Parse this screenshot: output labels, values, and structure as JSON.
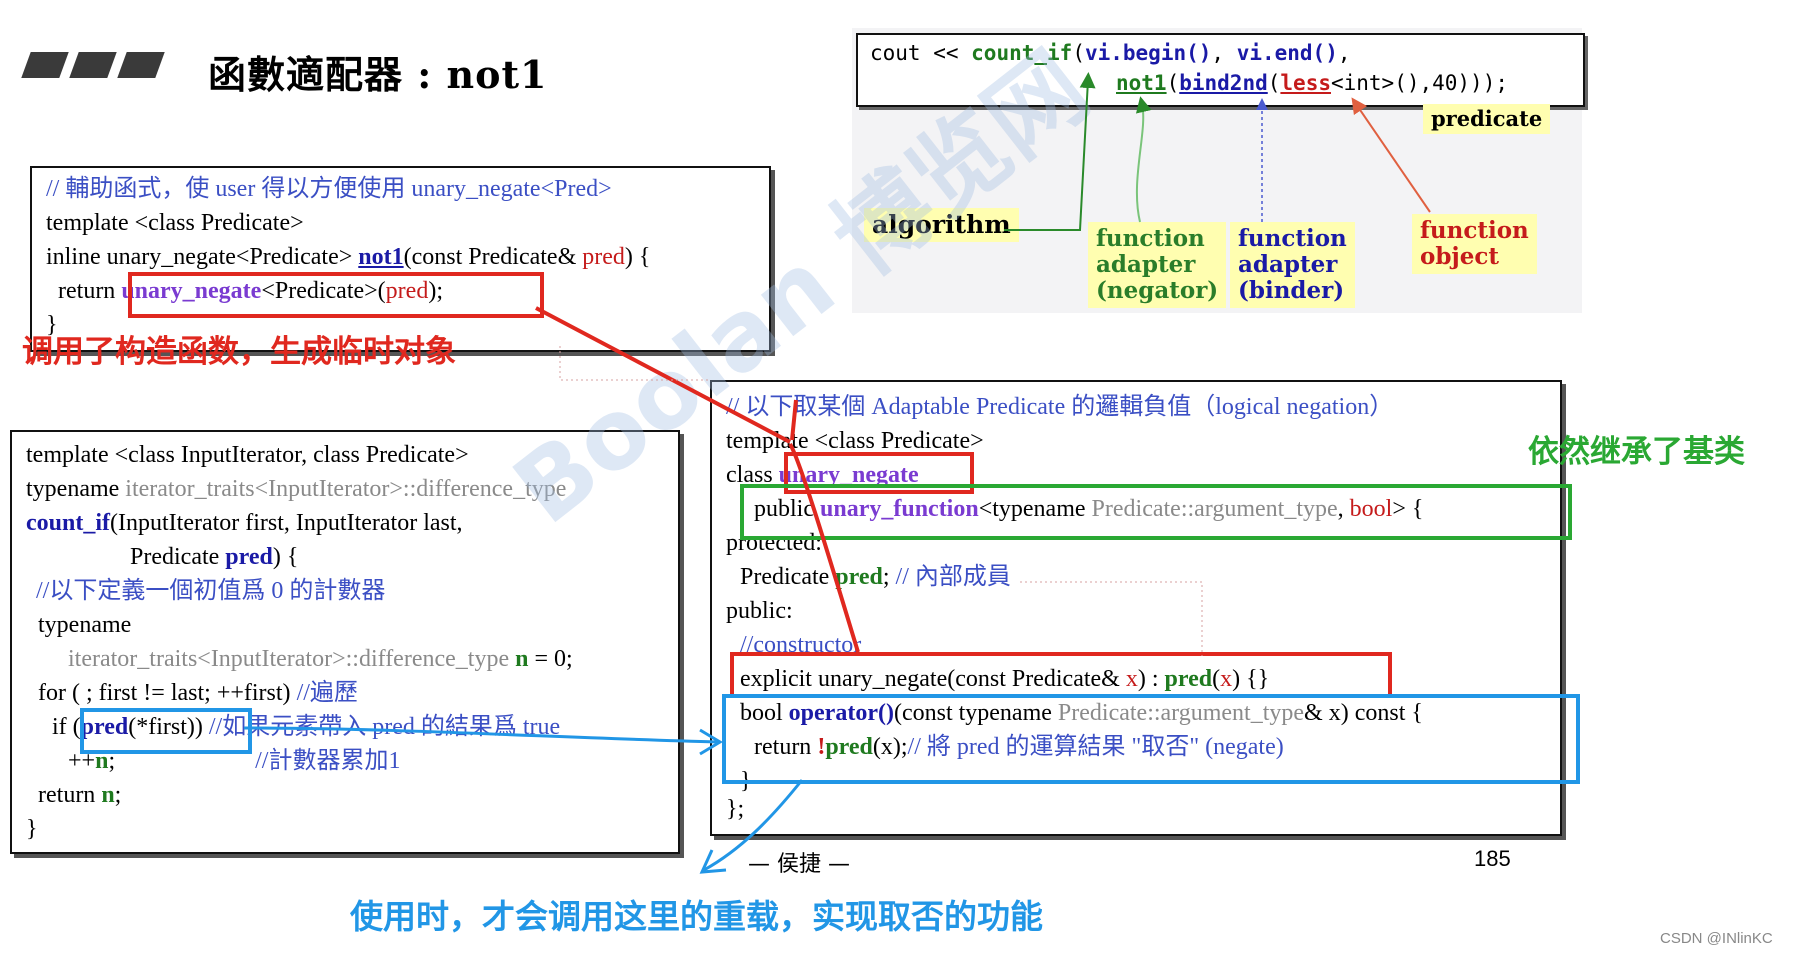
{
  "title": "函數適配器 : not1",
  "top_code": {
    "line1": [
      "cout << ",
      "count_if",
      "(",
      "vi.begin()",
      ", ",
      "vi.end()",
      ","
    ],
    "line2": [
      "not1",
      "(",
      "bind2nd",
      "(",
      "less",
      "<int>(),40)));"
    ]
  },
  "labels": {
    "predicate": "predicate",
    "algorithm": "algorithm",
    "adapter_negator": [
      "function",
      "adapter",
      "(negator)"
    ],
    "adapter_binder": [
      "function",
      "adapter",
      "(binder)"
    ],
    "function_object": [
      "function",
      "object"
    ]
  },
  "box1": {
    "comment": "// 輔助函式，使 user 得以方便使用 unary_negate<Pred>",
    "l2": "template <class Predicate>",
    "l3a": "inline unary_negate<Predicate> ",
    "l3b": "not1",
    "l3c": "(const Predicate& ",
    "l3d": "pred",
    "l3e": ") {",
    "l4a": "return ",
    "l4b": "unary_negate",
    "l4c": "<Predicate>(",
    "l4d": "pred",
    "l4e": ");",
    "l5": "}"
  },
  "box2": {
    "l1": "template <class InputIterator, class Predicate>",
    "l2a": "typename ",
    "l2b": "iterator_traits<InputIterator>::difference_type",
    "l3a": "count_if",
    "l3b": "(InputIterator first, InputIterator last,",
    "l4a": "Predicate ",
    "l4b": "pred",
    "l4c": ") {",
    "l5": "//以下定義一個初值爲 0 的計數器",
    "l6": "typename",
    "l7a": "iterator_traits<InputIterator>::difference_type ",
    "l7b": "n",
    "l7c": " = 0;",
    "l8a": "for ( ; first != last; ++first)  ",
    "l8b": "//遍歷",
    "l9a": "if (",
    "l9b": "pred",
    "l9c": "(*first))  ",
    "l9d": "//如果元素帶入 pred 的結果爲 true",
    "l10a": "++",
    "l10b": "n",
    "l10c": ";",
    "l10d": "//計數器累加1",
    "l11a": "return ",
    "l11b": "n",
    "l11c": ";",
    "l12": "}"
  },
  "box3": {
    "l1": "// 以下取某個 Adaptable Predicate 的邏輯負值（logical negation）",
    "l2": "template <class Predicate>",
    "l3a": "class ",
    "l3b": "unary_negate",
    "l4a": "public ",
    "l4b": "unary_function",
    "l4c": "<typename ",
    "l4d": "Predicate::argument_type",
    "l4e": ", ",
    "l4f": "bool",
    "l4g": "> {",
    "l5": "protected:",
    "l6a": "Predicate ",
    "l6b": "pred",
    "l6c": ";  ",
    "l6d": "// 內部成員",
    "l7": "public:",
    "l8": "//constructor",
    "l9a": "explicit unary_negate(const Predicate& ",
    "l9b": "x",
    "l9c": ") : ",
    "l9d": "pred",
    "l9e": "(",
    "l9f": "x",
    "l9g": ") {}",
    "l10a": "bool ",
    "l10b": "operator()",
    "l10c": "(const typename ",
    "l10d": "Predicate::argument_type",
    "l10e": "& x) const {",
    "l11a": "return ",
    "l11b": "!",
    "l11c": "pred",
    "l11d": "(x);",
    "l11e": "// 將 pred 的運算結果 \"取否\" (negate)",
    "l12": "}",
    "l13": "};"
  },
  "footer": {
    "author": "— 侯捷 —",
    "page": "185"
  },
  "annotations": {
    "red": "调用了构造函数，生成临时对象",
    "green": "依然继承了基类",
    "blue": "使用时，才会调用这里的重载，实现取否的功能"
  },
  "watermark": "Boolan 博览网",
  "credit": "CSDN @INlinKC",
  "colors": {
    "red": "#e0281f",
    "green": "#2aa833",
    "blue": "#2196e6"
  }
}
